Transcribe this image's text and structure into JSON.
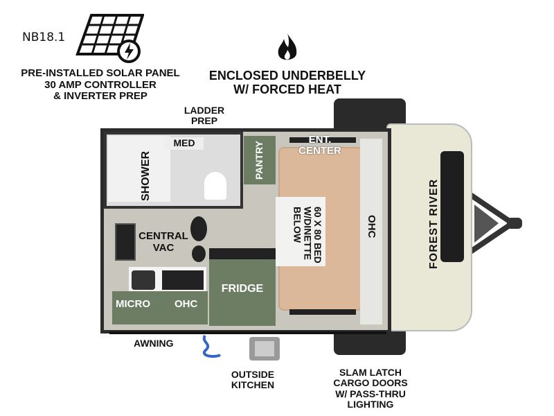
{
  "model": "NB18.1",
  "features": {
    "solar": [
      "PRE-INSTALLED SOLAR PANEL",
      "30 AMP CONTROLLER",
      "& INVERTER PREP"
    ],
    "underbelly": [
      "ENCLOSED UNDERBELLY",
      "W/ FORCED HEAT"
    ],
    "ladder": [
      "LADDER",
      "PREP"
    ],
    "awning": "AWNING",
    "kitchen": [
      "OUTSIDE",
      "KITCHEN"
    ],
    "cargo": [
      "SLAM LATCH",
      "CARGO DOORS",
      "W/ PASS-THRU",
      "LIGHTING"
    ]
  },
  "rooms": {
    "med": "MED",
    "shower": "SHOWER",
    "pantry": "PANTRY",
    "ent": [
      "ENT.",
      "CENTER"
    ],
    "bed": [
      "60 X 80 BED",
      "W/DINETTE",
      "BELOW"
    ],
    "ohc_right": "OHC",
    "vac": [
      "CENTRAL",
      "VAC"
    ],
    "fridge": "FRIDGE",
    "micro": "MICRO",
    "ohc_galley": "OHC"
  },
  "brand": "FOREST RIVER",
  "colors": {
    "green": "#6c7d63",
    "tan": "#dcb89a",
    "wall": "#2c2c2c",
    "floor": "#c9c6bd",
    "cream": "#e9e8d6"
  }
}
